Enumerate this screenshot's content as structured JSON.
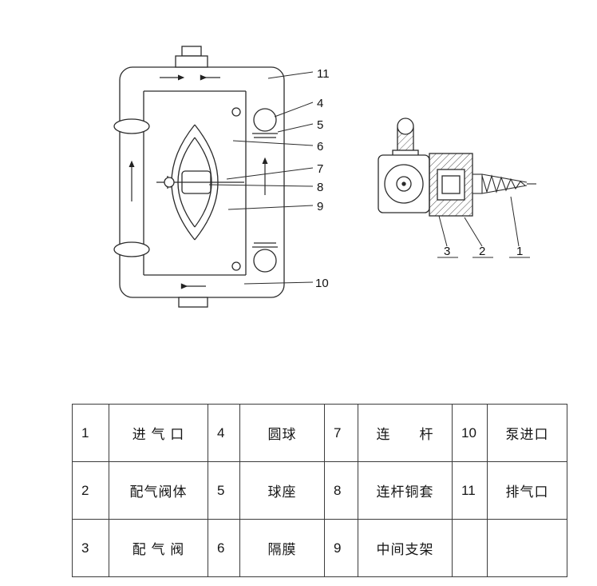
{
  "figure": {
    "description": "Cross-section drawing of a pneumatic diaphragm pump (main view) with side view of air valve assembly",
    "line_color": "#2b2b2b",
    "callouts": {
      "main": [
        "11",
        "4",
        "5",
        "6",
        "7",
        "8",
        "9",
        "10"
      ],
      "side": [
        "3",
        "2",
        "1"
      ]
    }
  },
  "table": {
    "rows": [
      [
        {
          "no": "1",
          "name": "进 气 口"
        },
        {
          "no": "4",
          "name": "圆球"
        },
        {
          "no": "7",
          "name": "连　　杆"
        },
        {
          "no": "10",
          "name": "泵进口"
        }
      ],
      [
        {
          "no": "2",
          "name": "配气阀体"
        },
        {
          "no": "5",
          "name": "球座"
        },
        {
          "no": "8",
          "name": "连杆铜套"
        },
        {
          "no": "11",
          "name": "排气口"
        }
      ],
      [
        {
          "no": "3",
          "name": "配 气 阀"
        },
        {
          "no": "6",
          "name": "隔膜"
        },
        {
          "no": "9",
          "name": "中间支架"
        },
        {
          "no": "",
          "name": ""
        }
      ]
    ]
  }
}
